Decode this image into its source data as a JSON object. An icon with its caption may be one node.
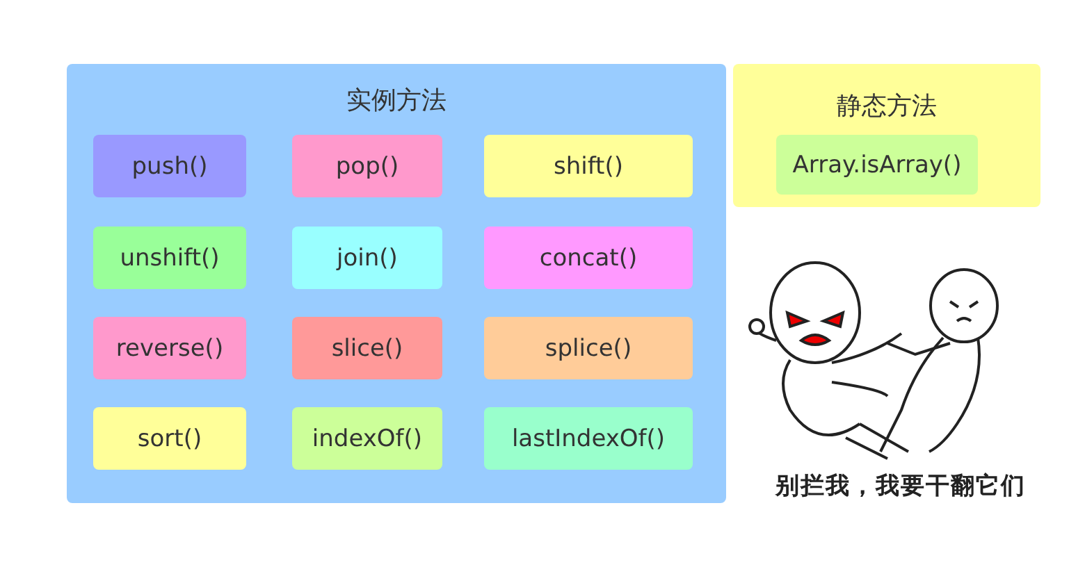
{
  "diagram": {
    "nodes": [
      {
        "text": [
          "实例方法"
        ]
      },
      {
        "text": [
          "push()"
        ],
        "in": 0
      },
      {
        "text": [
          "pop()"
        ],
        "in": 0
      },
      {
        "text": [
          "shift()"
        ],
        "in": 0
      },
      {
        "text": [
          "unshift()"
        ],
        "in": 0
      },
      {
        "text": [
          "join()"
        ],
        "in": 0
      },
      {
        "text": [
          "concat()"
        ],
        "in": 0
      },
      {
        "text": [
          "reverse()"
        ],
        "in": 0
      },
      {
        "text": [
          "slice()"
        ],
        "in": 0
      },
      {
        "text": [
          "splice()"
        ],
        "in": 0
      },
      {
        "text": [
          "sort()"
        ],
        "in": 0
      },
      {
        "text": [
          "indexOf()"
        ],
        "in": 0
      },
      {
        "text": [
          "lastIndexOf()"
        ],
        "in": 0
      },
      {
        "text": [
          "静态方法"
        ]
      },
      {
        "text": [
          "Array.isArray()"
        ],
        "in": 13
      }
    ],
    "labels": [
      "别拦我，我要干翻它们"
    ]
  }
}
